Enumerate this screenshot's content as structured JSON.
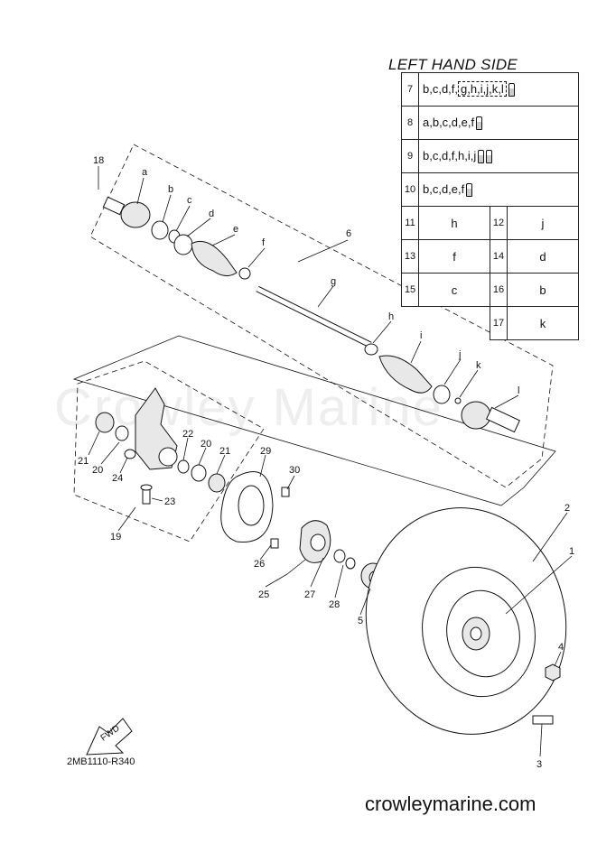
{
  "watermark": "Crowley Marine",
  "section_title": "LEFT HAND SIDE",
  "kit_table": {
    "rows": [
      {
        "num": "7",
        "contents": "b,c,d,f,",
        "boxed": "g,h,i,j,k,l",
        "grease_count": 1
      },
      {
        "num": "8",
        "contents": "a,b,c,d,e,f",
        "grease_count": 1
      },
      {
        "num": "9",
        "contents": "b,c,d,f,h,i,j",
        "grease_count": 2
      },
      {
        "num": "10",
        "contents": "b,c,d,e,f",
        "grease_count": 1
      }
    ],
    "pairs": [
      {
        "left_num": "11",
        "left_val": "h",
        "right_num": "12",
        "right_val": "j"
      },
      {
        "left_num": "13",
        "left_val": "f",
        "right_num": "14",
        "right_val": "d"
      },
      {
        "left_num": "15",
        "left_val": "c",
        "right_num": "16",
        "right_val": "b"
      },
      {
        "left_num": "",
        "left_val": "",
        "right_num": "17",
        "right_val": "k"
      }
    ]
  },
  "callouts": {
    "n18": "18",
    "a": "a",
    "b": "b",
    "c": "c",
    "d": "d",
    "e": "e",
    "f": "f",
    "n6": "6",
    "g": "g",
    "h": "h",
    "i": "i",
    "j": "j",
    "k": "k",
    "l": "l",
    "n21a": "21",
    "n20a": "20",
    "n24": "24",
    "n22": "22",
    "n20b": "20",
    "n21b": "21",
    "n23": "23",
    "n19": "19",
    "n29": "29",
    "n30": "30",
    "n26": "26",
    "n25": "25",
    "n27": "27",
    "n28": "28",
    "n5": "5",
    "n2": "2",
    "n1": "1",
    "n4": "4",
    "n3": "3"
  },
  "fwd_label": "FWD",
  "diagram_code": "2MB1110-R340",
  "footer_site": "crowleymarine.com"
}
